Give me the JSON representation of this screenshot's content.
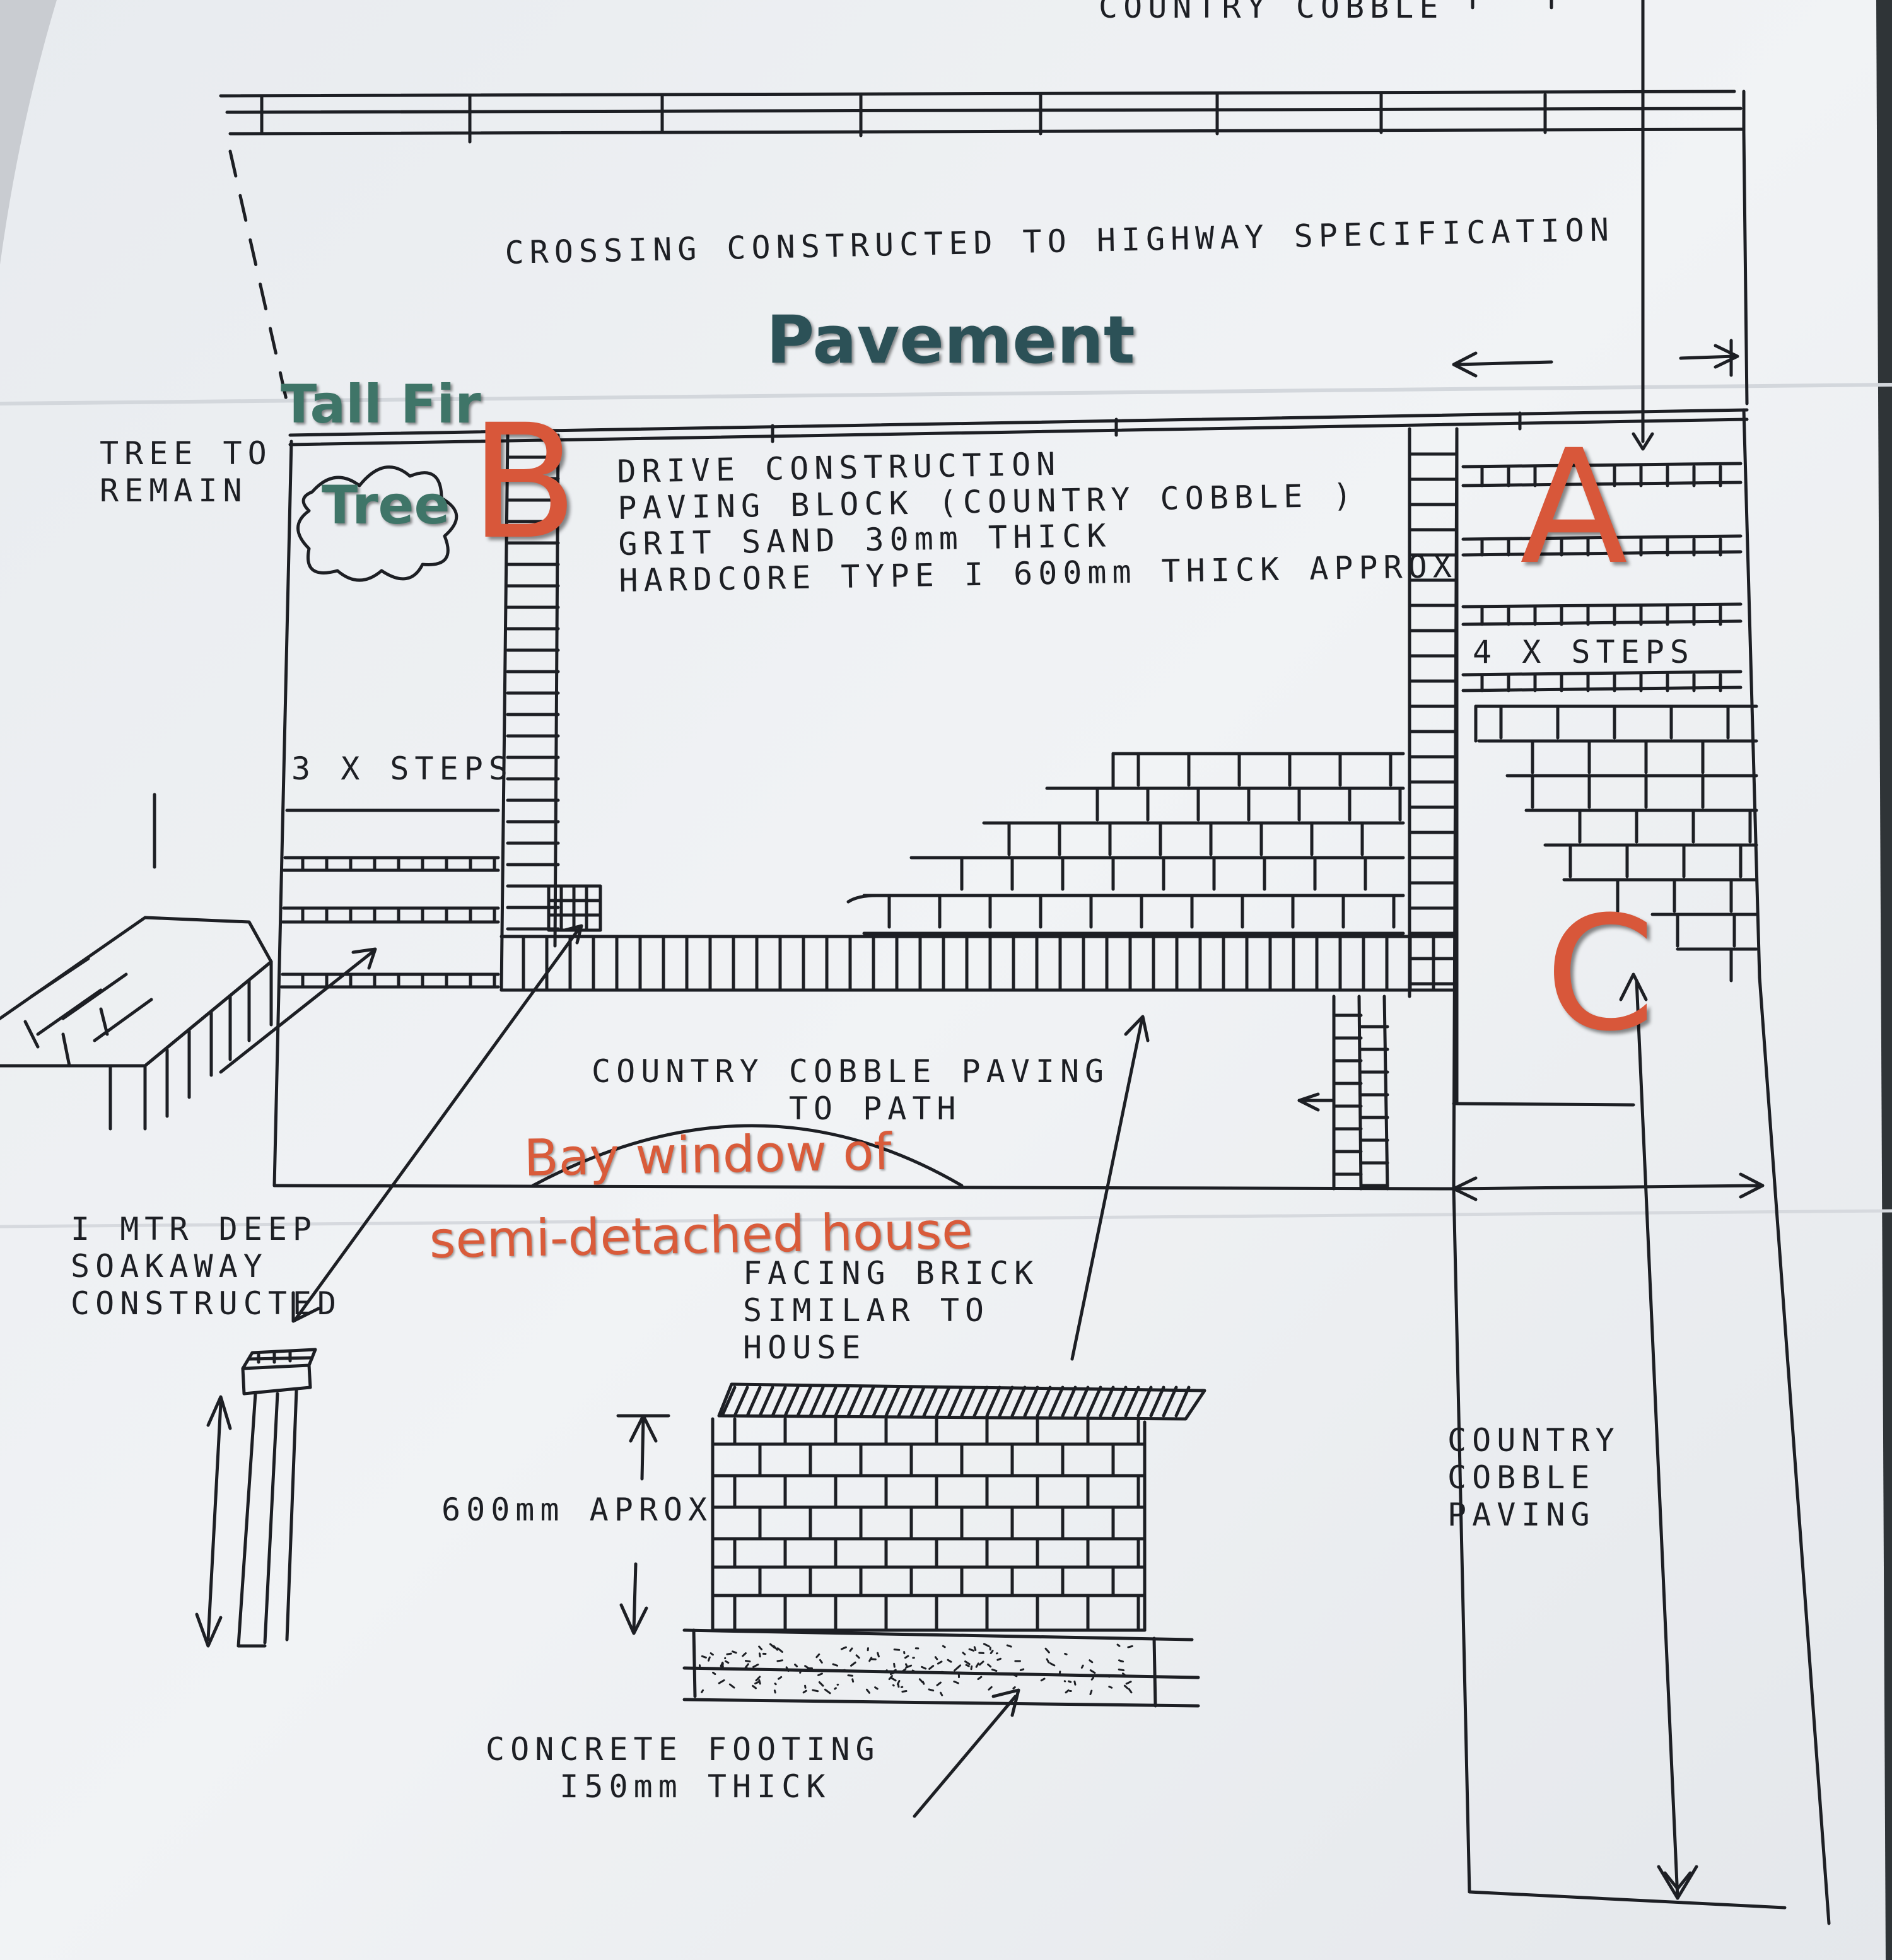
{
  "drawing_labels": {
    "country_cobble_top": "COUNTRY COBBLE",
    "crossing": "CROSSING CONSTRUCTED TO HIGHWAY SPECIFICATION",
    "tree_to_remain": "TREE TO\nREMAIN",
    "drive_construction": "DRIVE CONSTRUCTION\nPAVING BLOCK (COUNTRY COBBLE )\nGRIT SAND 30mm THICK\nHARDCORE TYPE I 600mm THICK APPROX",
    "four_steps": "4 X STEPS",
    "three_steps": "3 X STEPS",
    "cobble_path": "COUNTRY COBBLE PAVING\n        TO PATH",
    "soakaway": "I MTR DEEP\nSOAKAWAY\nCONSTRUCTED",
    "facing_brick": "FACING BRICK\nSIMILAR TO\nHOUSE",
    "height_600": "600mm APROX",
    "concrete_footing": "CONCRETE FOOTING\n   I50mm THICK",
    "cobble_paving_right": "COUNTRY\nCOBBLE\nPAVING"
  },
  "annotations": {
    "pavement": "Pavement",
    "tall_fir": "Tall Fir",
    "tree": "Tree",
    "bay_window_line1": "Bay window of",
    "bay_window_line2": "semi-detached house",
    "letter_a": "A",
    "letter_b": "B",
    "letter_c": "C"
  },
  "colors": {
    "paper": "#eef0f3",
    "ink": "#1d1f24",
    "annotation_orange": "#d8573a",
    "annotation_green": "#3f7568",
    "annotation_dark": "#2c5157"
  }
}
